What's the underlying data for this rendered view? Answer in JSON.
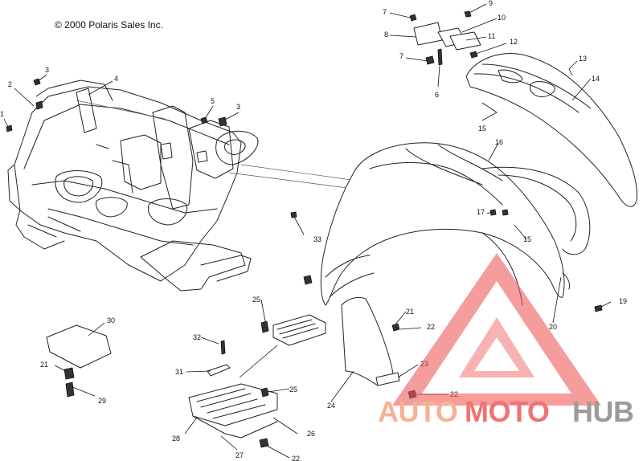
{
  "copyright": "© 2000 Polaris Sales Inc.",
  "callouts": [
    {
      "id": "c1",
      "label": "1"
    },
    {
      "id": "c2",
      "label": "2"
    },
    {
      "id": "c3a",
      "label": "3"
    },
    {
      "id": "c3b",
      "label": "3"
    },
    {
      "id": "c4",
      "label": "4"
    },
    {
      "id": "c5",
      "label": "5"
    },
    {
      "id": "c6",
      "label": "6"
    },
    {
      "id": "c7a",
      "label": "7"
    },
    {
      "id": "c7b",
      "label": "7"
    },
    {
      "id": "c8",
      "label": "8"
    },
    {
      "id": "c9",
      "label": "9"
    },
    {
      "id": "c10",
      "label": "10"
    },
    {
      "id": "c11",
      "label": "11"
    },
    {
      "id": "c12",
      "label": "12"
    },
    {
      "id": "c13",
      "label": "13"
    },
    {
      "id": "c14",
      "label": "14"
    },
    {
      "id": "c15a",
      "label": "15"
    },
    {
      "id": "c15b",
      "label": "15"
    },
    {
      "id": "c16",
      "label": "16"
    },
    {
      "id": "c17",
      "label": "17"
    },
    {
      "id": "c19",
      "label": "19"
    },
    {
      "id": "c20",
      "label": "20"
    },
    {
      "id": "c21a",
      "label": "21"
    },
    {
      "id": "c21b",
      "label": "21"
    },
    {
      "id": "c22a",
      "label": "22"
    },
    {
      "id": "c22b",
      "label": "22"
    },
    {
      "id": "c22c",
      "label": "22"
    },
    {
      "id": "c23",
      "label": "23"
    },
    {
      "id": "c24",
      "label": "24"
    },
    {
      "id": "c25a",
      "label": "25"
    },
    {
      "id": "c25b",
      "label": "25"
    },
    {
      "id": "c26",
      "label": "26"
    },
    {
      "id": "c27",
      "label": "27"
    },
    {
      "id": "c28",
      "label": "28"
    },
    {
      "id": "c29",
      "label": "29"
    },
    {
      "id": "c30",
      "label": "30"
    },
    {
      "id": "c31",
      "label": "31"
    },
    {
      "id": "c32",
      "label": "32"
    },
    {
      "id": "c33",
      "label": "33"
    }
  ],
  "watermark": {
    "part1": "AUTO",
    "part2": "MOTO",
    "part3": "HUB",
    "color_orange": "#f4a582",
    "color_red": "#ef5a5a",
    "color_grey": "#8a8a8a"
  }
}
